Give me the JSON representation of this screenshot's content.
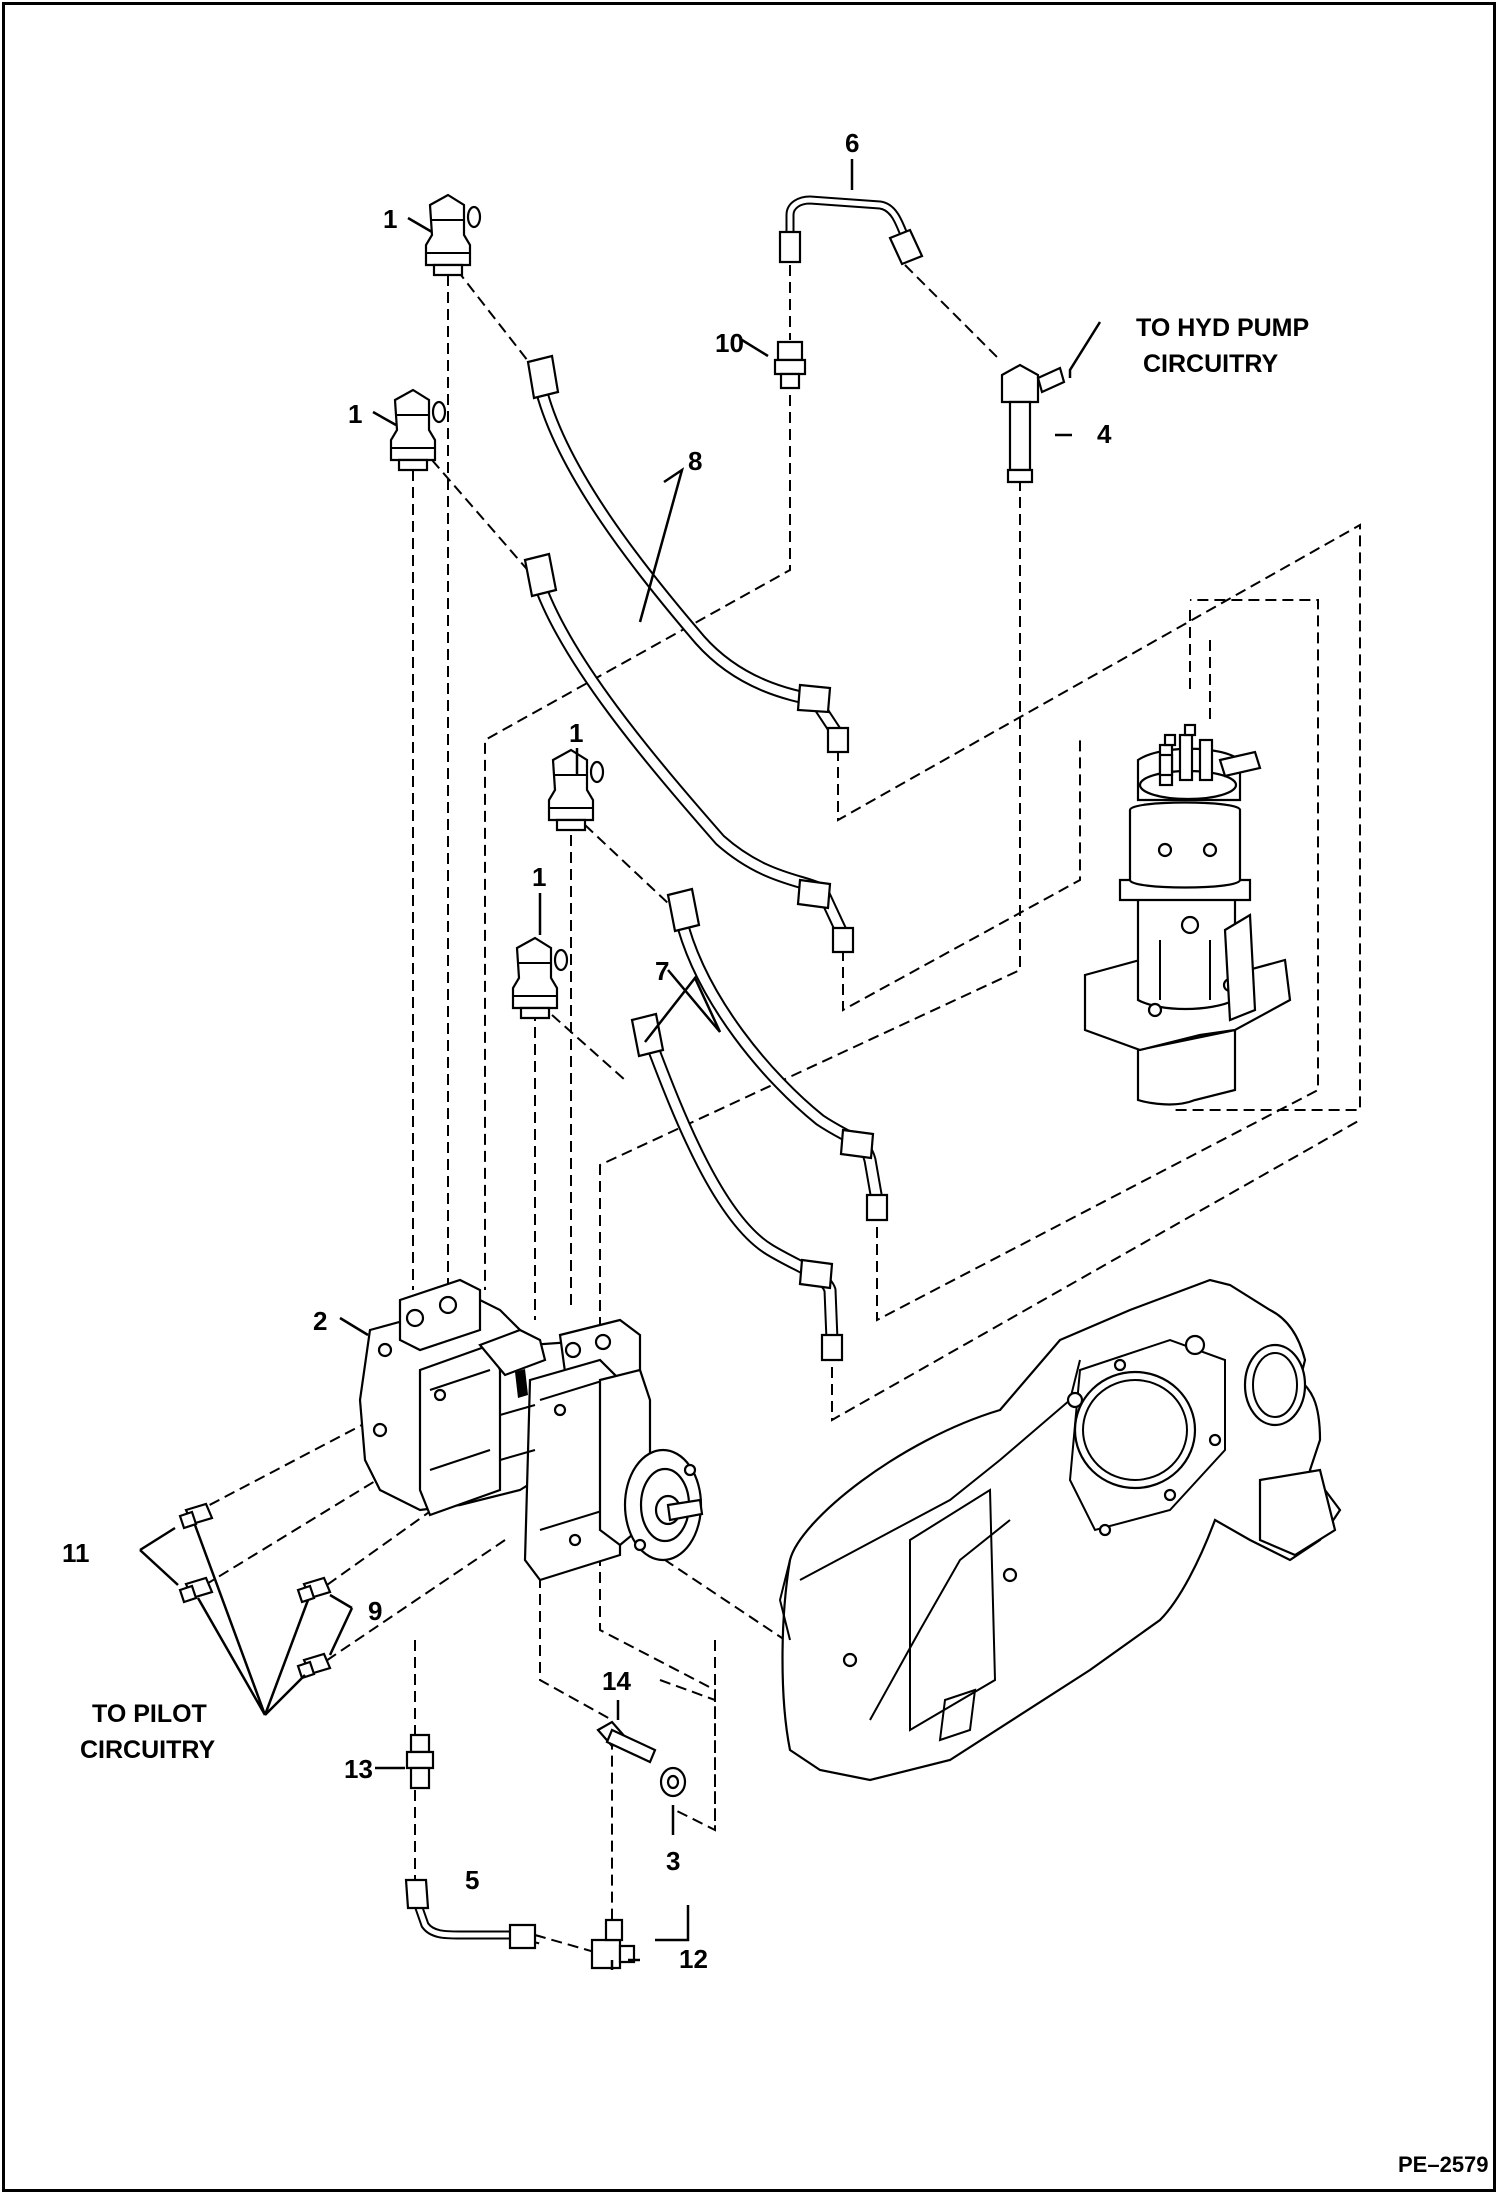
{
  "figure_id": "PE–2579",
  "callouts": {
    "c1a": "1",
    "c1b": "1",
    "c1c": "1",
    "c1d": "1",
    "c2": "2",
    "c3": "3",
    "c4": "4",
    "c5": "5",
    "c6": "6",
    "c7": "7",
    "c8": "8",
    "c9": "9",
    "c10": "10",
    "c11": "11",
    "c12": "12",
    "c13": "13",
    "c14": "14"
  },
  "notes": {
    "hyd_pump_line1": "TO HYD PUMP",
    "hyd_pump_line2": "CIRCUITRY",
    "pilot_line1": "TO PILOT",
    "pilot_line2": "CIRCUITRY"
  }
}
